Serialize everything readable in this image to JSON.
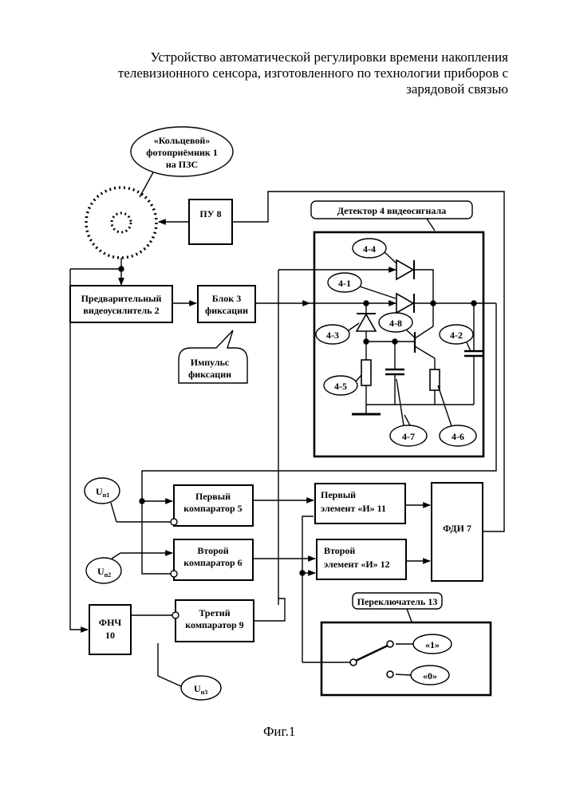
{
  "title": {
    "line1": "Устройство автоматической регулировки времени накопления",
    "line2": "телевизионного сенсора, изготовленного по технологии приборов с",
    "line3": "зарядовой связью"
  },
  "labels": {
    "photoreceiver": [
      "«Кольцевой»",
      "фотоприёмник 1",
      "на ПЗС"
    ],
    "pu8": "ПУ 8",
    "amp2": [
      "Предварительный",
      "видеоусилитель 2"
    ],
    "block3": [
      "Блок 3",
      "фиксации"
    ],
    "pulse": [
      "Импульс",
      "фиксации"
    ],
    "detector4": "Детектор 4 видеосигнала",
    "c44": "4-4",
    "c41": "4-1",
    "c43": "4-3",
    "c48": "4-8",
    "c42": "4-2",
    "c45": "4-5",
    "c47": "4-7",
    "c46": "4-6",
    "un1_main": "U",
    "un1_sub": "п1",
    "un2_main": "U",
    "un2_sub": "п2",
    "un3_main": "U",
    "un3_sub": "п3",
    "comp5": [
      "Первый",
      "компаратор 5"
    ],
    "comp6": [
      "Второй",
      "компаратор 6"
    ],
    "comp9": [
      "Третий",
      "компаратор 9"
    ],
    "and11": [
      "Первый",
      "элемент «И» 11"
    ],
    "and12": [
      "Второй",
      "элемент «И» 12"
    ],
    "fdi7": "ФДИ 7",
    "fnch10": [
      "ФНЧ",
      "10"
    ],
    "switch13": "Переключатель 13",
    "pos1": "«1»",
    "pos0": "«0»"
  },
  "caption": "Фиг.1"
}
